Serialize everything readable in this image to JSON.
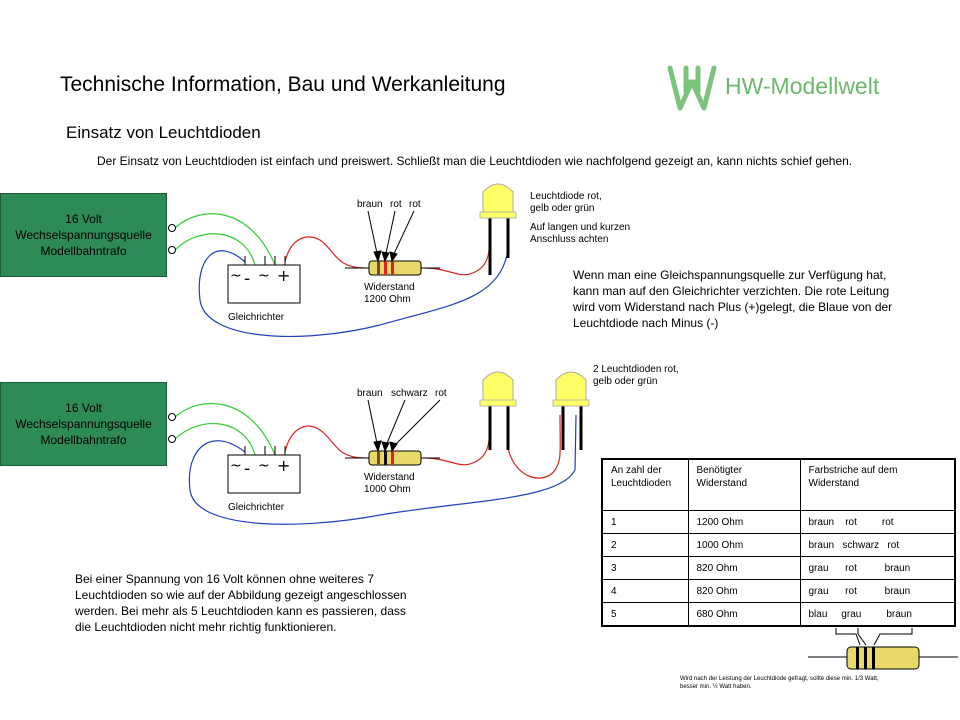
{
  "header": {
    "title": "Technische Information, Bau und Werkanleitung",
    "logo_mark": "HW",
    "logo_text": "HW-Modellwelt"
  },
  "section": {
    "title": "Einsatz von Leuchtdioden",
    "intro": "Der Einsatz von Leuchtdioden  ist einfach und preiswert. Schließt man die Leuchtdioden wie nachfolgend gezeigt an, kann nichts schief gehen."
  },
  "circuit1": {
    "trafo": [
      "16 Volt",
      "Wechselspannungsquelle",
      "Modellbahntrafo"
    ],
    "color_labels": [
      "braun",
      "rot",
      "rot"
    ],
    "resistor_label": [
      "Widerstand",
      "1200 Ohm"
    ],
    "rectifier_label": "Gleichrichter",
    "led_label": [
      "Leuchtdiode rot,",
      "gelb oder grün"
    ],
    "led_note": [
      "Auf langen und kurzen",
      "Anschluss achten"
    ],
    "explanation": [
      "Wenn man eine Gleichspannungsquelle zur Verfügung hat,",
      "kann man auf den Gleichrichter verzichten. Die rote Leitung",
      "wird vom Widerstand nach Plus (+)gelegt, die Blaue von der",
      "Leuchtdiode nach Minus (-)"
    ]
  },
  "circuit2": {
    "trafo": [
      "16 Volt",
      "Wechselspannungsquelle",
      "Modellbahntrafo"
    ],
    "color_labels": [
      "braun",
      "schwarz",
      "rot"
    ],
    "resistor_label": [
      "Widerstand",
      "1000 Ohm"
    ],
    "rectifier_label": "Gleichrichter",
    "led_label": [
      "2 Leuchtdioden rot,",
      "gelb oder grün"
    ]
  },
  "bottom_note": [
    "Bei einer Spannung von 16 Volt können ohne weiteres 7",
    "Leuchtdioden so wie auf der Abbildung gezeigt angeschlossen",
    "werden. Bei mehr als 5 Leuchtdioden kann es passieren, dass",
    "die Leuchtdioden nicht mehr richtig funktionieren."
  ],
  "table": {
    "headers": [
      [
        "An zahl der",
        "Leuchtdioden"
      ],
      [
        "Benötigter",
        "Widerstand"
      ],
      [
        "Farbstriche auf dem",
        "Widerstand"
      ]
    ],
    "rows": [
      [
        "1",
        "1200 Ohm",
        "braun    rot         rot"
      ],
      [
        "2",
        "1000 Ohm",
        "braun   schwarz   rot"
      ],
      [
        "3",
        "820 Ohm",
        "grau      rot          braun"
      ],
      [
        "4",
        "820 Ohm",
        "grau      rot          braun"
      ],
      [
        "5",
        "680 Ohm",
        "blau     grau         braun"
      ]
    ]
  },
  "fine_print": [
    "Wird nach der Leistung der Leuchtdiode gefragt, sollte diese min. 1/3 Watt,",
    "besser min. ½ Watt haben."
  ],
  "colors": {
    "trafo_fill": "#2e8b57",
    "led_yellow": "#ffff66",
    "resistor_body": "#e8d96a",
    "wire_green": "#33cc33",
    "wire_blue": "#1f3fbf",
    "wire_red": "#dd2222",
    "logo_green": "#6db86d"
  }
}
